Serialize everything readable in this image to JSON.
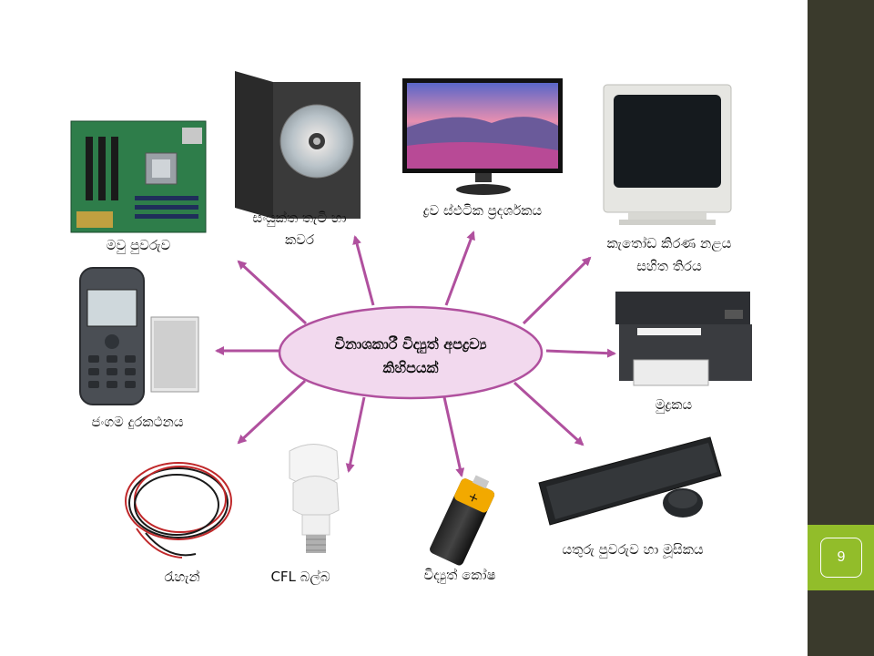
{
  "slide": {
    "center_line1": "විනාශකාරී විද්‍යුත් අපද්‍රව්‍ය",
    "center_line2": "කිහිපයක්",
    "page_number": "9"
  },
  "items": {
    "motherboard": "මවු පුවරුව",
    "dvd_line1": "සංයුක්ත තැටි හා",
    "dvd_line2": "කවර",
    "lcd": "ද්‍රව ස්ඵටික ප්‍රදර්ශකය",
    "crt_line1": "කැතෝඩ කිරණ නළය",
    "crt_line2": "සහිත තිරය",
    "phone": "ජංගම දුරකථනය",
    "printer": "මුද්‍රකය",
    "wires": "රැහැන්",
    "cfl": "CFL බල්බ",
    "battery": "විද්‍යුත් කෝෂ",
    "keyboard": "යතුරු පුවරුව හා මූසිකය"
  },
  "colors": {
    "arrow": "#b0509e",
    "ellipse_fill": "#f2d9ee",
    "ellipse_stroke": "#b0509e",
    "sidebar": "#3a3a2c",
    "badge": "#92bd2a"
  }
}
